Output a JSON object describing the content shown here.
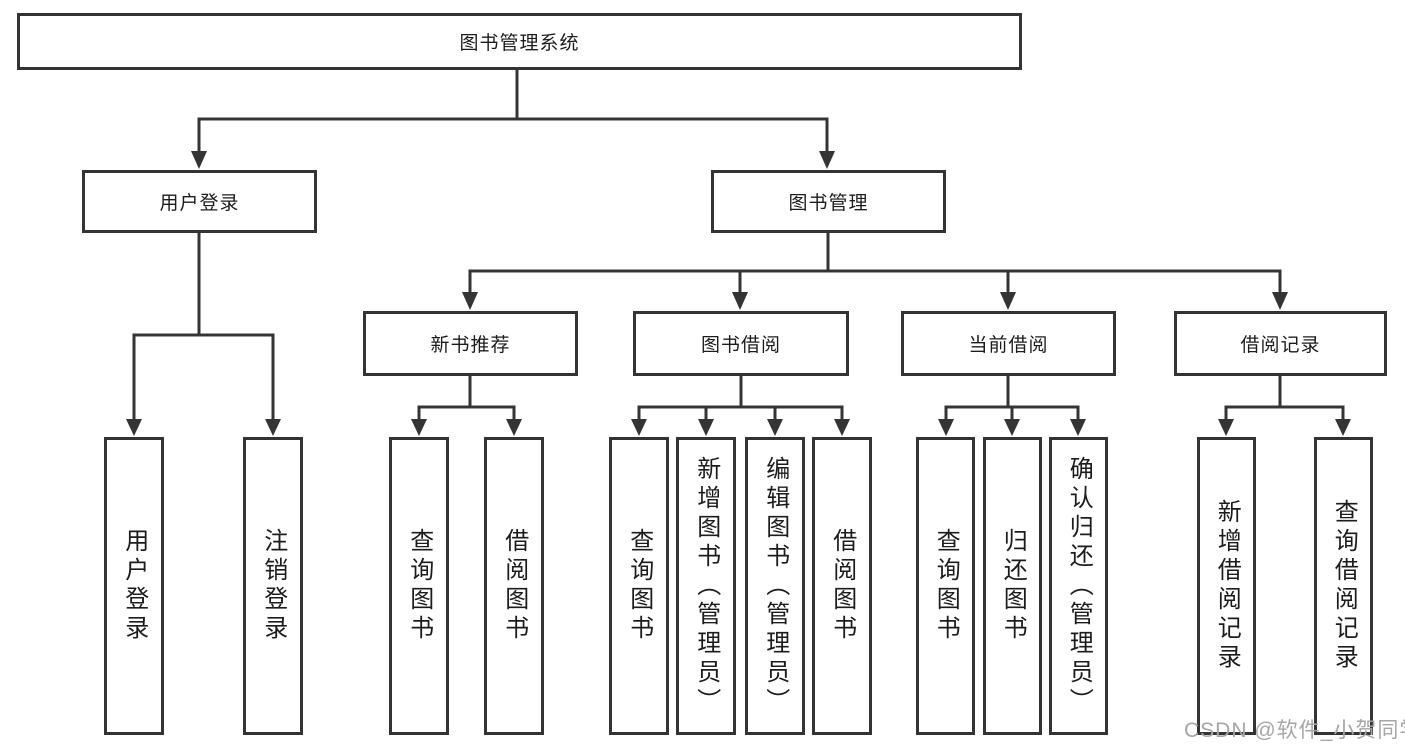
{
  "colors": {
    "line": "#343434",
    "box_border": "#333333",
    "text": "#1c1c1c",
    "background": "#ffffff",
    "watermark": "#a6a6a6"
  },
  "watermark": {
    "text": "CSDN @软件_小贺同学"
  },
  "tree": {
    "label": "图书管理系统",
    "children": [
      {
        "label": "用户登录",
        "children": [
          {
            "label": "用户登录"
          },
          {
            "label": "注销登录"
          }
        ]
      },
      {
        "label": "图书管理",
        "children": [
          {
            "label": "新书推荐",
            "children": [
              {
                "label": "查询图书"
              },
              {
                "label": "借阅图书"
              }
            ]
          },
          {
            "label": "图书借阅",
            "children": [
              {
                "label": "查询图书"
              },
              {
                "label": "新增图书（管理员）"
              },
              {
                "label": "编辑图书（管理员）"
              },
              {
                "label": "借阅图书"
              }
            ]
          },
          {
            "label": "当前借阅",
            "children": [
              {
                "label": "查询图书"
              },
              {
                "label": "归还图书"
              },
              {
                "label": "确认归还（管理员）"
              }
            ]
          },
          {
            "label": "借阅记录",
            "children": [
              {
                "label": "新增借阅记录"
              },
              {
                "label": "查询借阅记录"
              }
            ]
          }
        ]
      }
    ]
  }
}
